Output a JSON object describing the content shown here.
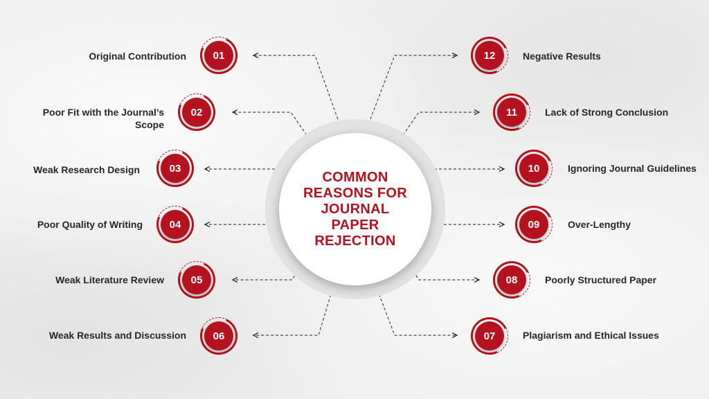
{
  "title": "COMMON REASONS FOR JOURNAL PAPER REJECTION",
  "colors": {
    "accent": "#b3121e",
    "text": "#262626",
    "background": "#efefef"
  },
  "reasons": [
    {
      "number": "01",
      "label": "Original Contribution"
    },
    {
      "number": "02",
      "label": "Poor Fit with the Journal’s",
      "label_line2": "Scope"
    },
    {
      "number": "03",
      "label": "Weak Research Design"
    },
    {
      "number": "04",
      "label": "Poor Quality of Writing"
    },
    {
      "number": "05",
      "label": "Weak Literature Review"
    },
    {
      "number": "06",
      "label": "Weak Results and Discussion"
    },
    {
      "number": "07",
      "label": "Plagiarism and Ethical Issues"
    },
    {
      "number": "08",
      "label": "Poorly Structured Paper"
    },
    {
      "number": "09",
      "label": "Over-Lengthy"
    },
    {
      "number": "10",
      "label": "Ignoring Journal Guidelines"
    },
    {
      "number": "11",
      "label": "Lack of Strong Conclusion"
    },
    {
      "number": "12",
      "label": "Negative Results"
    }
  ]
}
